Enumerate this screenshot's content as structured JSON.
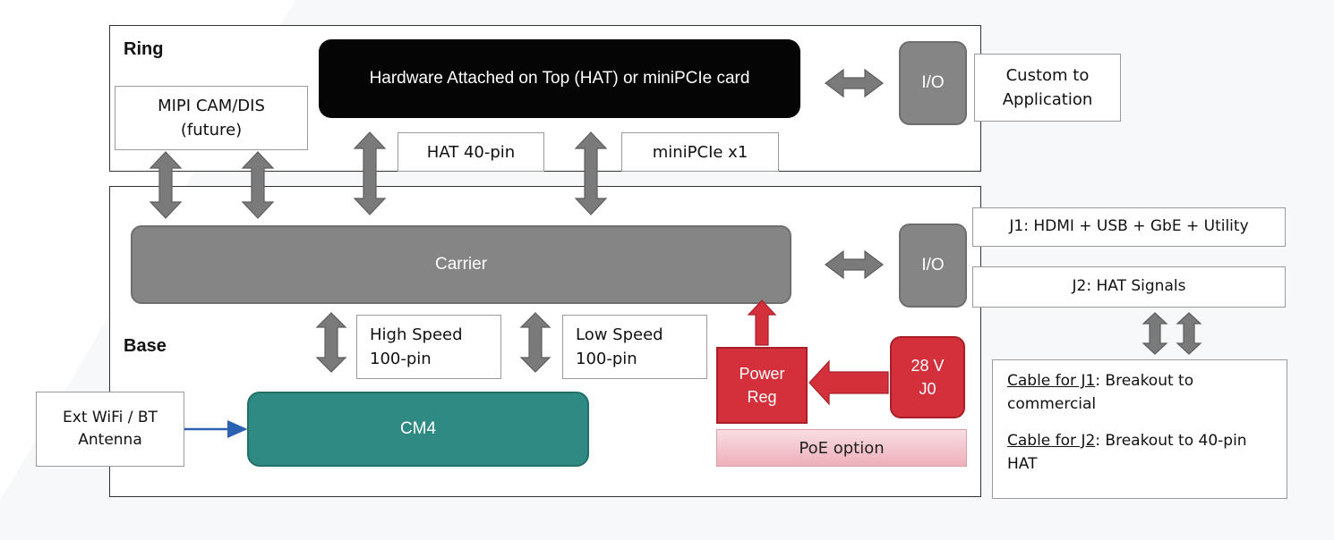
{
  "ring": {
    "label": "Ring",
    "hat_block": "Hardware Attached on Top (HAT) or miniPCIe card",
    "io": "I/O",
    "custom_line1": "Custom to",
    "custom_line2": "Application",
    "mipi_line1": "MIPI CAM/DIS",
    "mipi_line2": "(future)",
    "hat40": "HAT 40-pin",
    "minipcie": "miniPCIe x1"
  },
  "base": {
    "label": "Base",
    "carrier": "Carrier",
    "io": "I/O",
    "j1": "J1: HDMI + USB + GbE + Utility",
    "j2": "J2: HAT Signals",
    "high_speed_line1": "High Speed",
    "high_speed_line2": "100-pin",
    "low_speed_line1": "Low Speed",
    "low_speed_line2": "100-pin",
    "power_line1": "Power",
    "power_line2": "Reg",
    "volt_line1": "28 V",
    "volt_line2": "J0",
    "poe": "PoE option",
    "cm4": "CM4"
  },
  "antenna": {
    "line1": "Ext WiFi / BT",
    "line2": "Antenna"
  },
  "cables": {
    "j1_title": "Cable for J1",
    "j1_text": ": Breakout to commercial",
    "j2_title": "Cable for J2",
    "j2_text": ": Breakout to 40-pin HAT"
  },
  "colors": {
    "hat_block": "#050505",
    "carrier": "#858585",
    "cm4": "#2f8a84",
    "power": "#d3303c",
    "arrow_grey": "#7a7a7a",
    "antenna_arrow": "#2a62b0"
  }
}
